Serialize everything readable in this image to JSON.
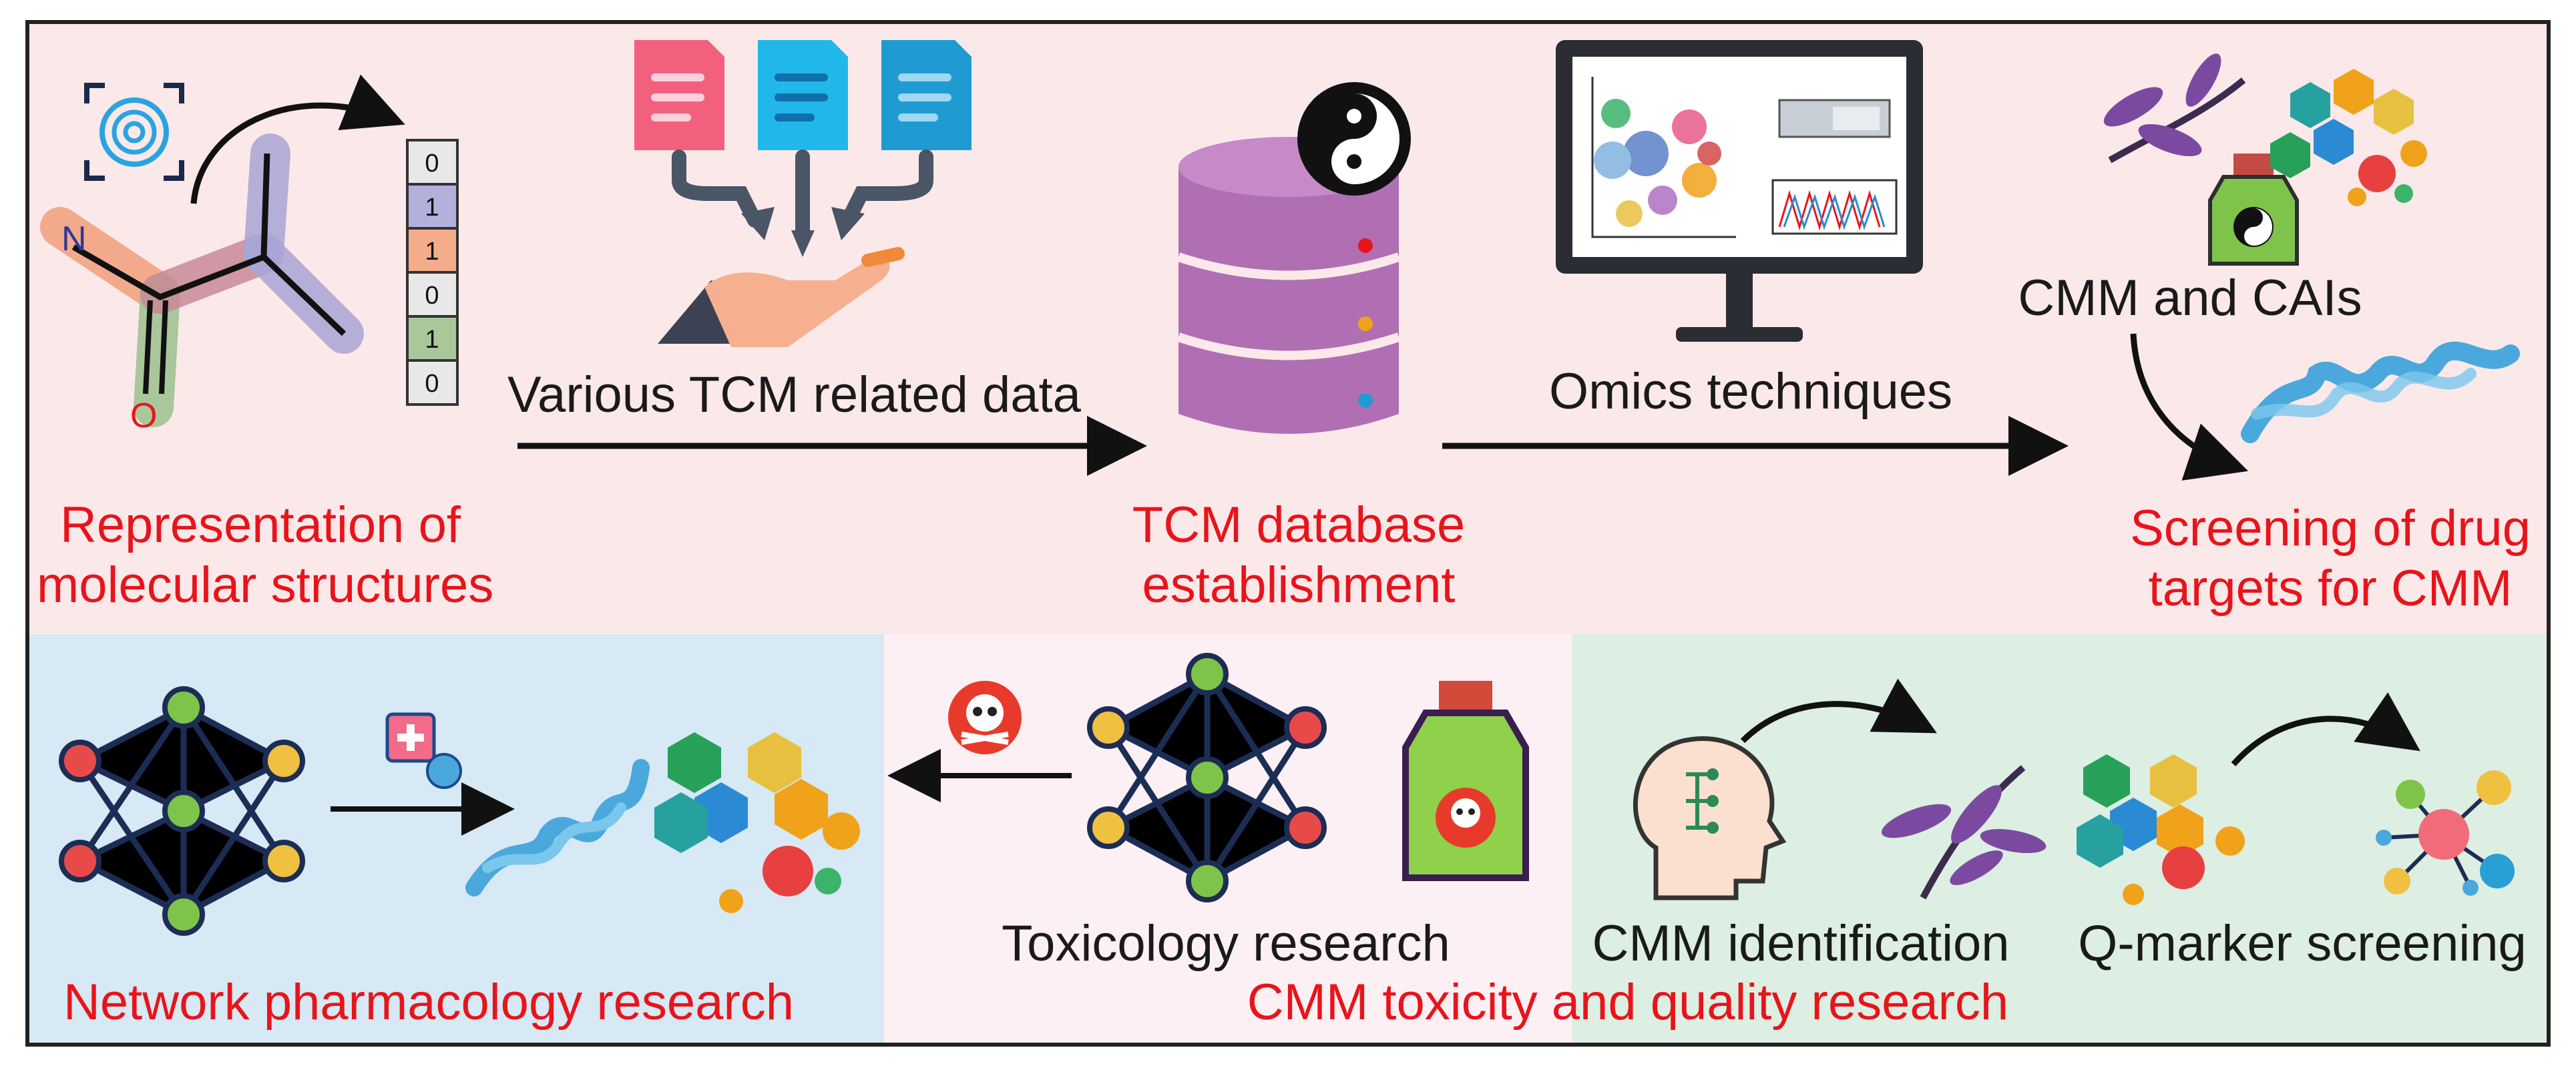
{
  "colors": {
    "top_panel_bg": "#fbe9ea",
    "network_panel_bg": "#d6e9f4",
    "toxicity_panel_bg": "#fcf0f4",
    "quality_panel_bg": "#dcefe2",
    "caption_red": "#e8141b",
    "label_black": "#1a1a1a"
  },
  "top": {
    "representation_caption_l1": "Representation of",
    "representation_caption_l2": "molecular structures",
    "data_label": "Various TCM related data",
    "db_caption_l1": "TCM database",
    "db_caption_l2": "establishment",
    "omics_label": "Omics techniques",
    "cmm_cais_label": "CMM and CAIs",
    "screening_caption_l1": "Screening of drug",
    "screening_caption_l2": "targets for CMM",
    "molecule_atoms": [
      "N",
      "O"
    ],
    "fingerprint_bits": [
      "0",
      "1",
      "1",
      "0",
      "1",
      "0"
    ]
  },
  "bottom": {
    "network_caption": "Network pharmacology research",
    "toxicology_label": "Toxicology research",
    "toxicity_quality_caption": "CMM toxicity and quality research",
    "identification_label": "CMM identification",
    "qmarker_label": "Q-marker screening"
  },
  "icons": [
    "fingerprint-icon",
    "document-icon",
    "hand-icon",
    "database-icon",
    "yin-yang-icon",
    "monitor-icon",
    "herb-icon",
    "bottle-icon",
    "molecule-icon",
    "helix-icon",
    "neural-network-icon",
    "skull-icon",
    "head-icon"
  ]
}
